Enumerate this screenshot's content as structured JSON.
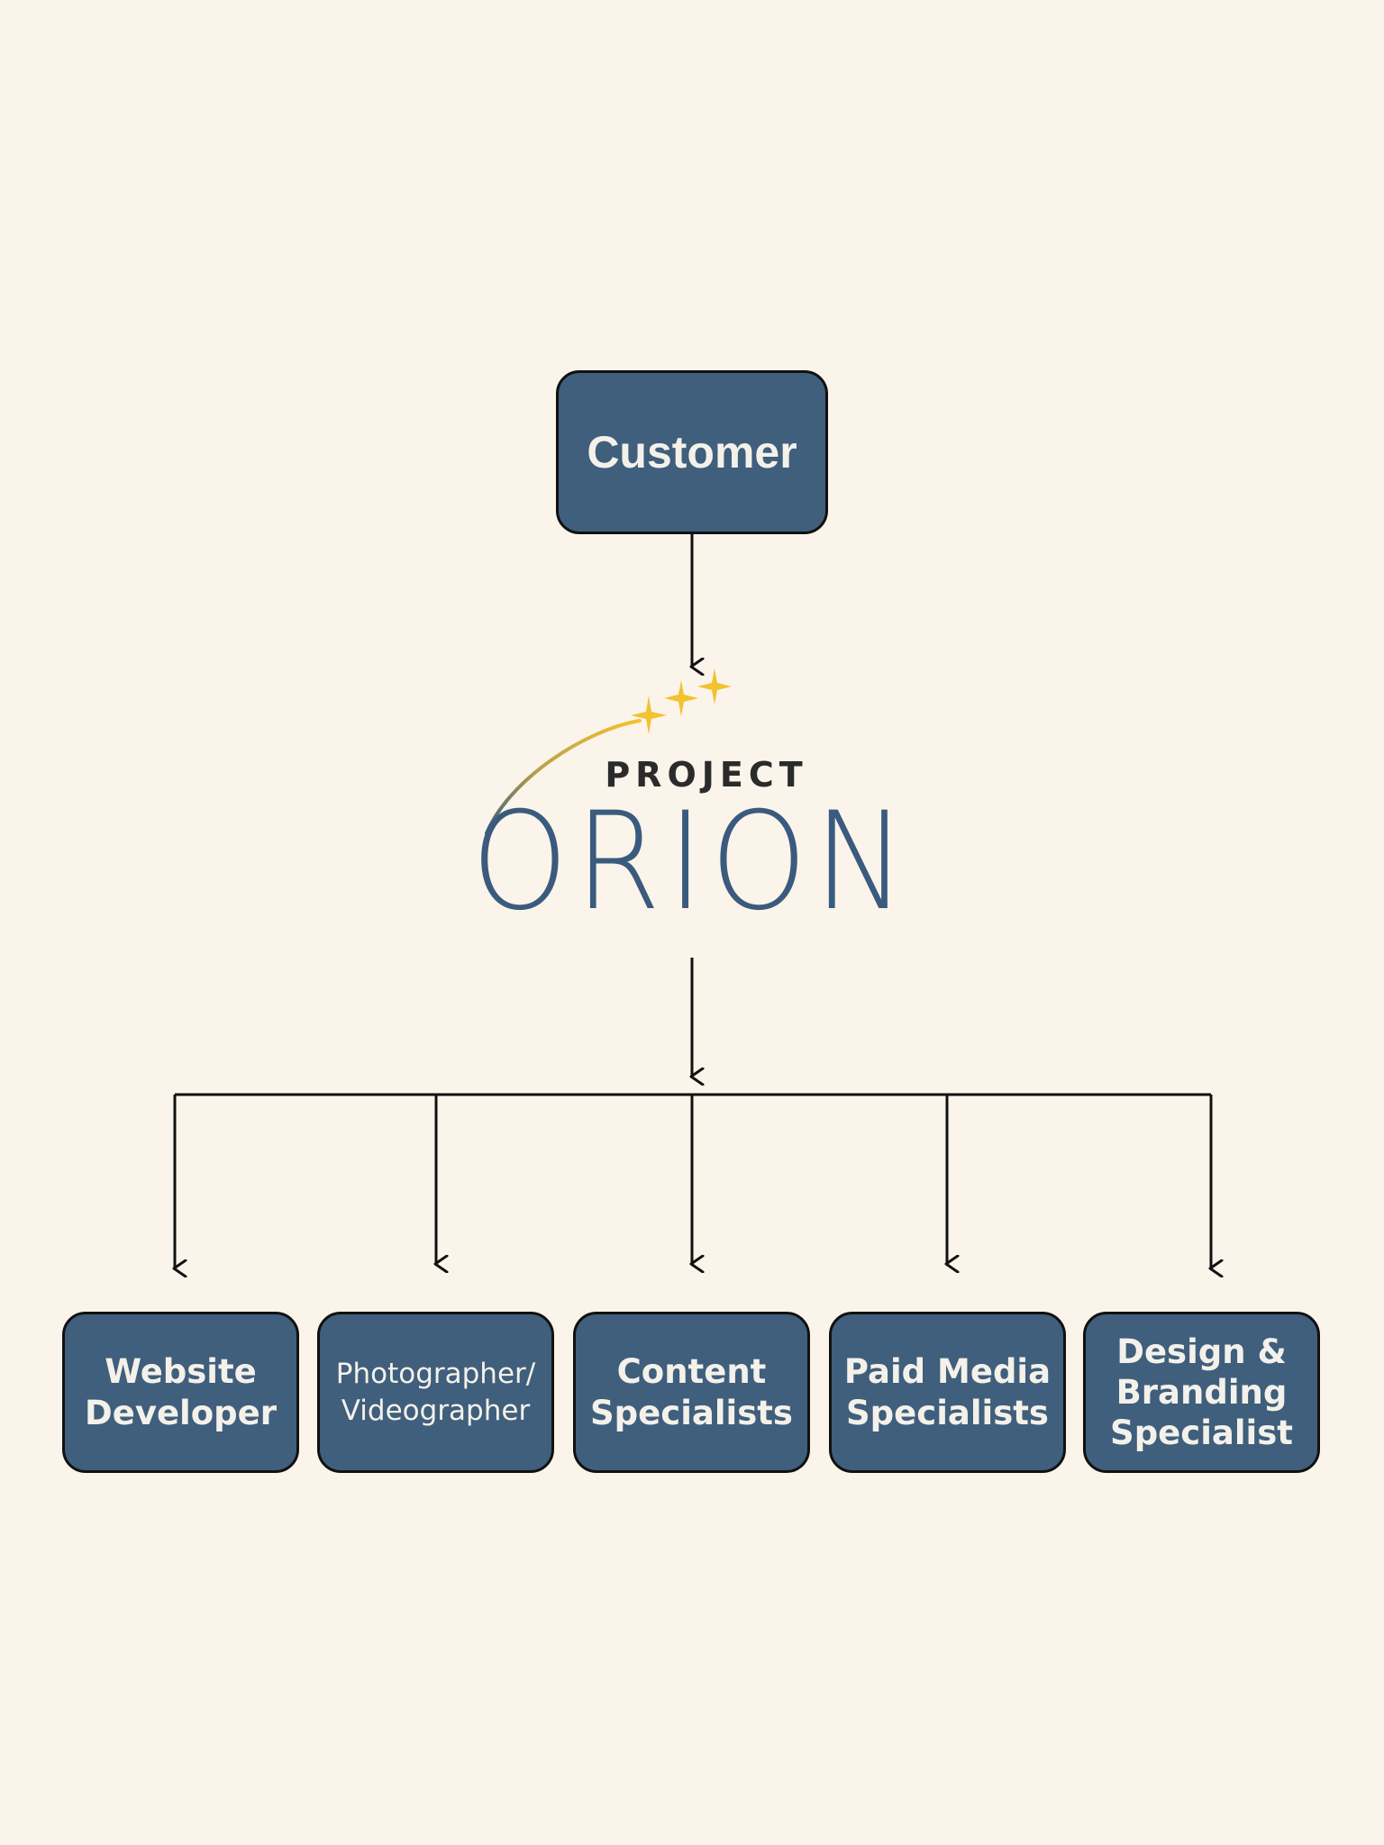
{
  "diagram": {
    "top_node": "Customer",
    "logo": {
      "line1": "PROJECT",
      "line2": "ORION",
      "colors": {
        "navy": "#3a5b7e",
        "gold": "#f2c230",
        "dark": "#2b2b2b"
      }
    },
    "roles": [
      "Website\nDeveloper",
      "Photographer/\nVideographer",
      "Content\nSpecialists",
      "Paid Media\nSpecialists",
      "Design &\nBranding\nSpecialist"
    ]
  },
  "colors": {
    "background": "#fbf4ea",
    "box_fill": "#3f5f7c",
    "box_border": "#111111",
    "box_text": "#f4f1ea",
    "connector": "#111111"
  }
}
